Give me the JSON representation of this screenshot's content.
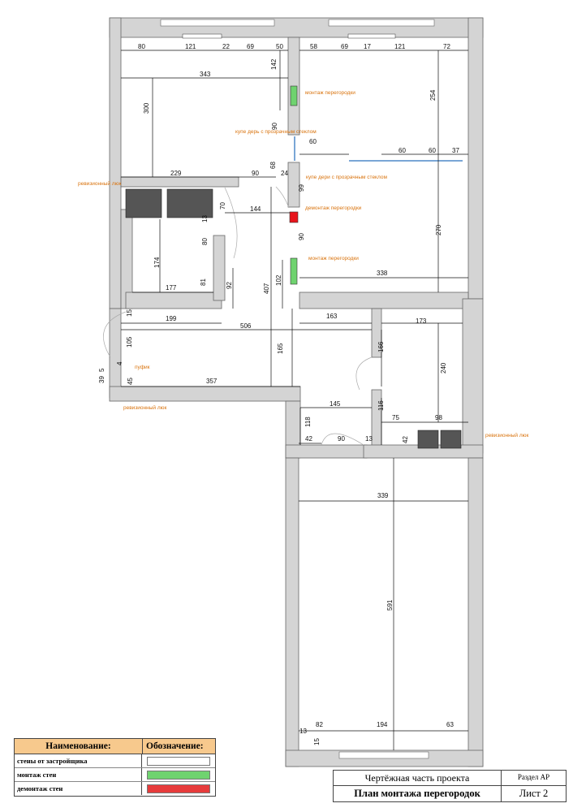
{
  "plan": {
    "dimensions": [
      "80",
      "121",
      "22",
      "69",
      "50",
      "58",
      "69",
      "17",
      "121",
      "72",
      "343",
      "142",
      "300",
      "254",
      "90",
      "60",
      "60",
      "60",
      "37",
      "229",
      "90",
      "24",
      "68",
      "99",
      "144",
      "70",
      "13",
      "270",
      "80",
      "174",
      "90",
      "81",
      "92",
      "102",
      "177",
      "338",
      "15",
      "407",
      "199",
      "163",
      "506",
      "173",
      "105",
      "166",
      "165",
      "240",
      "4",
      "5",
      "39",
      "45",
      "357",
      "145",
      "118",
      "116",
      "75",
      "98",
      "42",
      "90",
      "13",
      "42",
      "339",
      "591",
      "82",
      "194",
      "63",
      "13",
      "15"
    ],
    "annotations": {
      "wall_install_top": "монтаж перегородки",
      "coupe_door_left": "купе дерь с прозрачным стеклом",
      "coupe_door_right": "купе дери с прозрачным стеклом",
      "revision_hatch_left": "ревизионный люк",
      "wall_demolish": "демонтаж перегородки",
      "wall_install_mid": "монтаж перегородки",
      "pouf": "пуфик",
      "revision_hatch_bottom": "ревизионный люк",
      "revision_hatch_right": "ревизионный люк"
    }
  },
  "legend": {
    "header_name": "Наименование:",
    "header_symbol": "Обозначение:",
    "items": [
      {
        "label": "стены от застройщика",
        "color": "#ffffff"
      },
      {
        "label": "монтаж стен",
        "color": "#6fd36f"
      },
      {
        "label": "демонтаж стен",
        "color": "#e63b3b"
      }
    ]
  },
  "stamp": {
    "project": "Чертёжная часть проекта",
    "section": "Раздел АР",
    "title": "План монтажа перегородок",
    "sheet": "Лист 2"
  },
  "colors": {
    "wall_fill": "#d4d4d4",
    "install": "#6fd36f",
    "demolish": "#e8141c",
    "note": "#d9730d",
    "hatch_fill": "#555555"
  }
}
